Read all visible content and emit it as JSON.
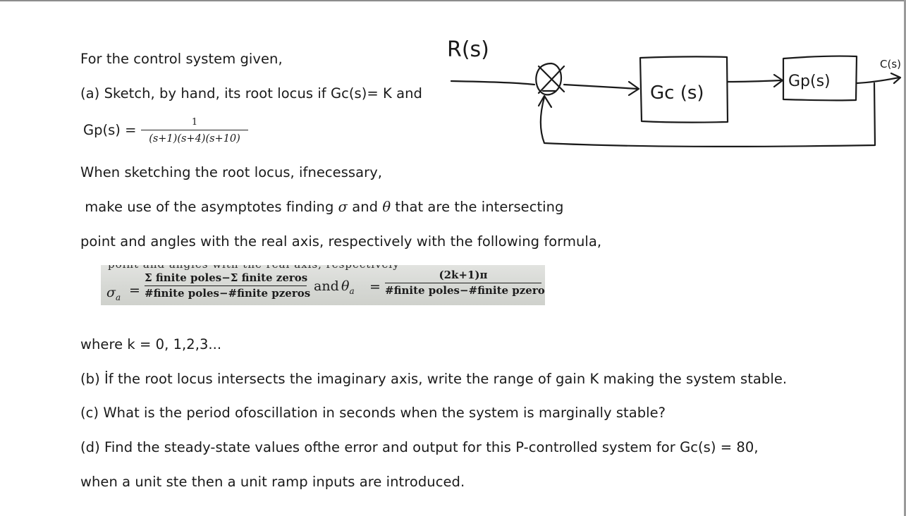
{
  "question": {
    "intro": "For the control system given,",
    "part_a": "(a) Sketch, by hand, its root locus if Gc(s)= K and",
    "gp_label": "Gp(s)",
    "gp_equals": "=",
    "gp_numerator": "1",
    "gp_denominator": "(s+1)(s+4)(s+10)",
    "sketch_note": "When sketching the root locus, ifnecessary,",
    "asym_pre": " make use of the asymptotes finding ",
    "asym_sigma": "σ",
    "asym_and": " and ",
    "asym_theta": "θ",
    "asym_post": " that are the intersecting",
    "formula_intro": "point and angles with the real axis, respectively with the following formula,",
    "where_k": "where k = 0, 1,2,3...",
    "part_b": "(b) İf the root locus intersects the imaginary axis, write the range of gain K making the system stable.",
    "part_c": "(c) What is the period ofoscillation in seconds when the system is marginally stable?",
    "part_d": "(d) Find the steady-state values ofthe error and output for this P-controlled system for Gc(s) = 80,",
    "part_d_cont": "when a unit ste then a unit ramp inputs are introduced."
  },
  "formula_image": {
    "cut_off_text": "point and angles with the real axis, respectively",
    "sigma_symbol": "σ",
    "sigma_sub": "a",
    "equals": "=",
    "sigma_numerator": "Σ finite poles−Σ finite zeros",
    "sigma_denominator": "#finite poles−#finite pzeros",
    "and_word": "and",
    "theta_symbol": "θ",
    "theta_sub": "a",
    "theta_numerator": "(2k+1)π",
    "theta_denominator": "#finite poles−#finite pzeros",
    "trailing": ","
  },
  "diagram": {
    "input_label": "R(s)",
    "block1_label": "Gc (s)",
    "block2_label": "Gp(s)",
    "output_label": "C(s)",
    "summer_minus": "−"
  }
}
